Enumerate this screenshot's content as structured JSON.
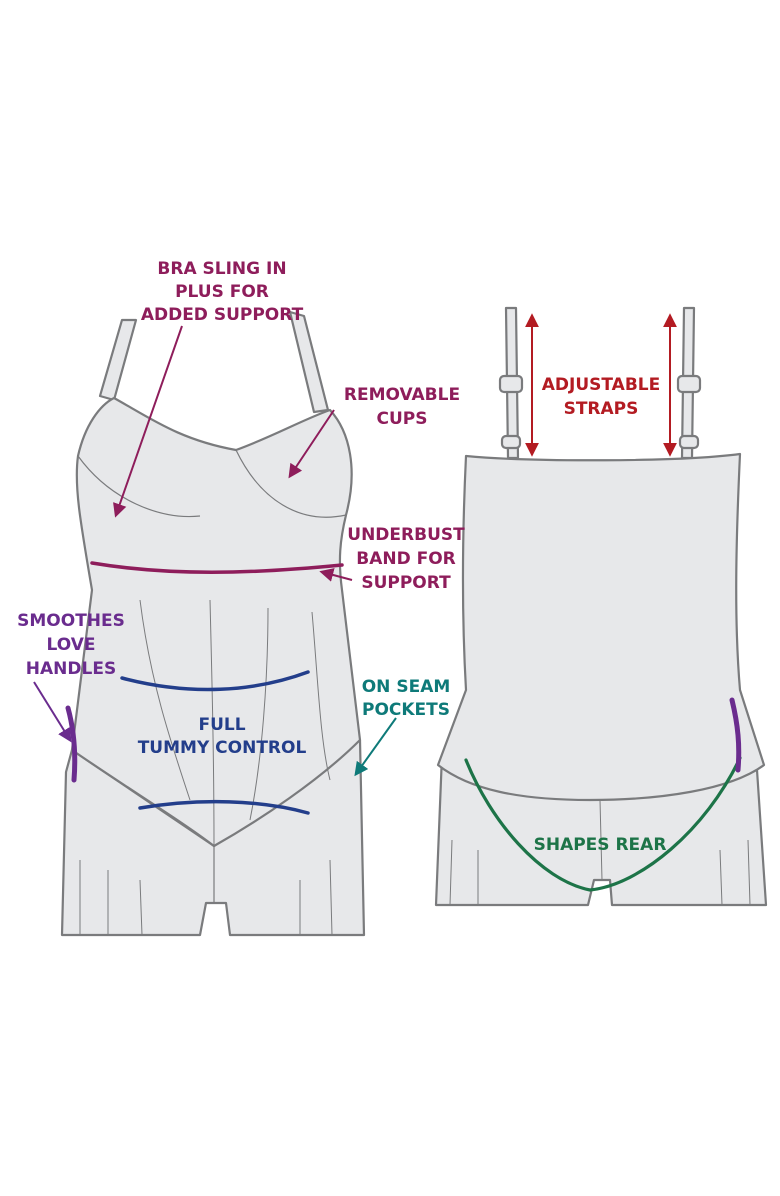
{
  "colors": {
    "garment_fill": "#e7e8ea",
    "garment_outline": "#7a7b7d",
    "magenta": "#8e1d5b",
    "purple": "#6a2c8e",
    "navy": "#233e8b",
    "teal": "#0e7a79",
    "red": "#b31b22",
    "green": "#1d7448"
  },
  "front": {
    "bra_sling": [
      "BRA SLING IN",
      "PLUS FOR",
      "ADDED SUPPORT"
    ],
    "removable_cups": [
      "REMOVABLE",
      "CUPS"
    ],
    "underbust_band": [
      "UNDERBUST",
      "BAND FOR",
      "SUPPORT"
    ],
    "love_handles": [
      "SMOOTHES",
      "LOVE",
      "HANDLES"
    ],
    "tummy_control": [
      "FULL",
      "TUMMY CONTROL"
    ],
    "seam_pockets": [
      "ON SEAM",
      "POCKETS"
    ]
  },
  "back": {
    "adjustable_straps": [
      "ADJUSTABLE",
      "STRAPS"
    ],
    "shapes_rear": "SHAPES REAR"
  }
}
